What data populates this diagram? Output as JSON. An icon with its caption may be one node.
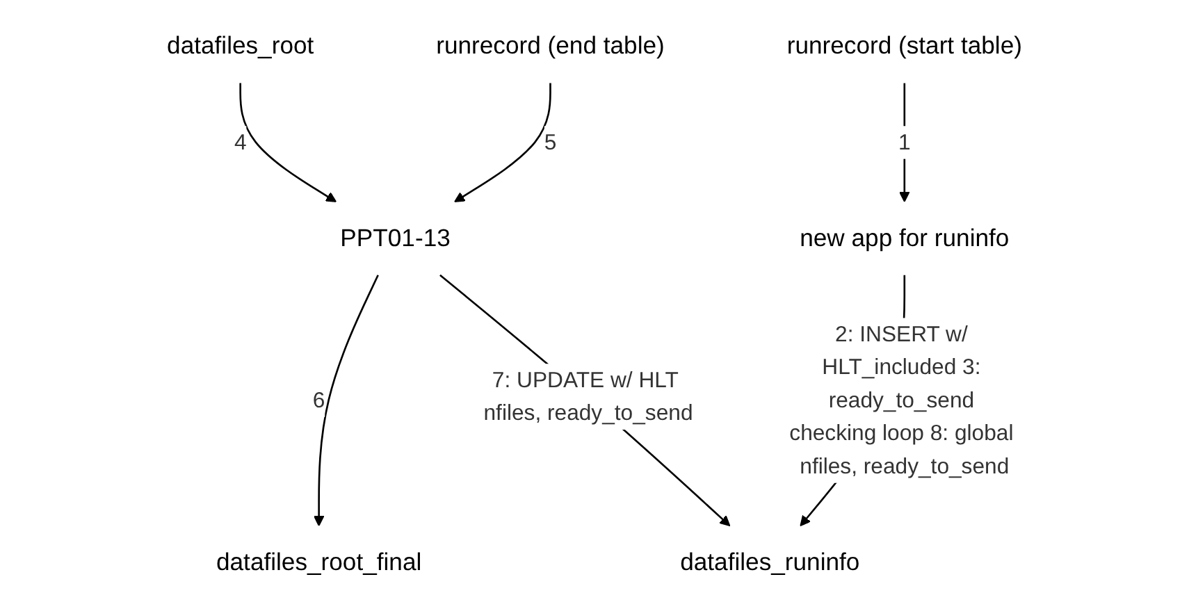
{
  "diagram": {
    "nodes": [
      {
        "text": [
          "datafiles_root"
        ]
      },
      {
        "text": [
          "datafiles_root_final"
        ]
      },
      {
        "text": [
          "datafiles_runinfo"
        ]
      },
      {
        "text": [
          "PPT01-13"
        ]
      },
      {
        "text": [
          "new app for runinfo"
        ]
      },
      {
        "text": [
          "runrecord (start table)"
        ]
      },
      {
        "text": [
          "runrecord (end table)"
        ]
      }
    ],
    "edges": [
      {
        "from": 0,
        "to": 3,
        "arrow": "to",
        "label": "4"
      },
      {
        "from": 3,
        "to": 1,
        "arrow": "to",
        "label": "6"
      },
      {
        "from": 3,
        "to": 2,
        "arrow": "to",
        "label": "7: UPDATE w/ HLT nfiles, ready_to_send"
      },
      {
        "from": 4,
        "to": 2,
        "arrow": "to",
        "label": "2: INSERT w/ HLT_included 3: ready_to_send checking loop 8: global nfiles, ready_to_send"
      },
      {
        "from": 5,
        "to": 4,
        "arrow": "to",
        "label": "1"
      },
      {
        "from": 6,
        "to": 3,
        "arrow": "to",
        "label": "5"
      }
    ]
  }
}
